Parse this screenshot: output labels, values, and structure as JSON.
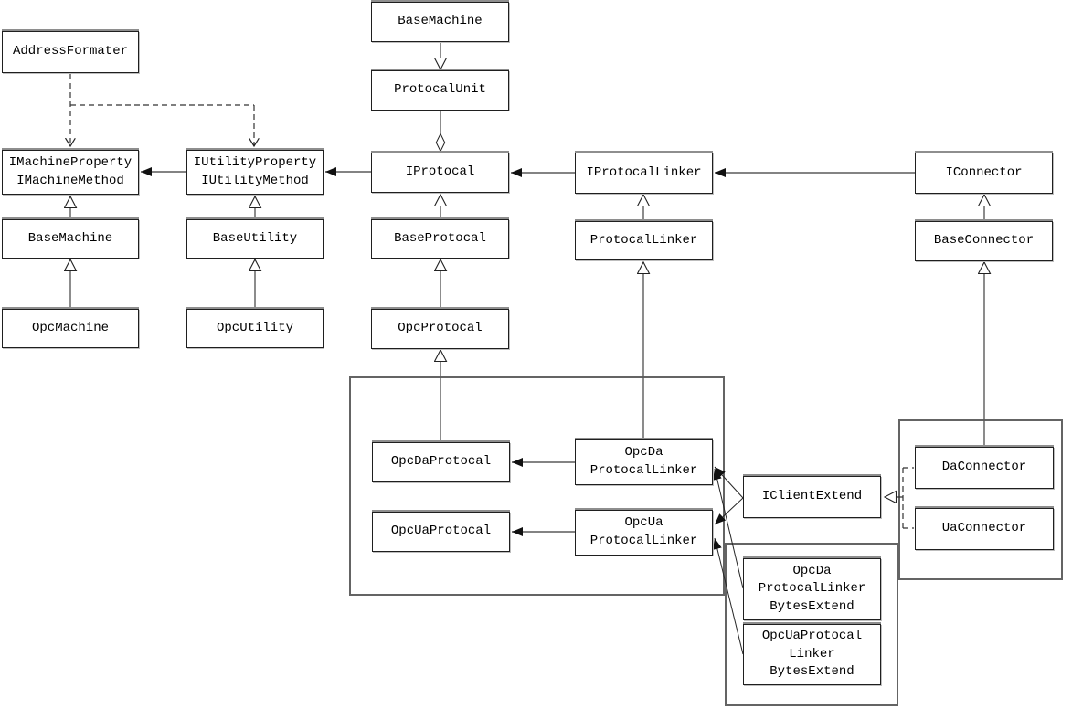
{
  "nodes": {
    "address_formater": {
      "lines": [
        "AddressFormater"
      ]
    },
    "imachine": {
      "lines": [
        "IMachineProperty",
        "IMachineMethod"
      ]
    },
    "base_machine_left": {
      "lines": [
        "BaseMachine"
      ]
    },
    "opc_machine": {
      "lines": [
        "OpcMachine"
      ]
    },
    "iutility": {
      "lines": [
        "IUtilityProperty",
        "IUtilityMethod"
      ]
    },
    "base_utility": {
      "lines": [
        "BaseUtility"
      ]
    },
    "opc_utility": {
      "lines": [
        "OpcUtility"
      ]
    },
    "base_machine_top": {
      "lines": [
        "BaseMachine"
      ]
    },
    "protocal_unit": {
      "lines": [
        "ProtocalUnit"
      ]
    },
    "iprotocal": {
      "lines": [
        "IProtocal"
      ]
    },
    "base_protocal": {
      "lines": [
        "BaseProtocal"
      ]
    },
    "opc_protocal": {
      "lines": [
        "OpcProtocal"
      ]
    },
    "iprotocal_linker": {
      "lines": [
        "IProtocalLinker"
      ]
    },
    "protocal_linker": {
      "lines": [
        "ProtocalLinker"
      ]
    },
    "iconnector": {
      "lines": [
        "IConnector"
      ]
    },
    "base_connector": {
      "lines": [
        "BaseConnector"
      ]
    },
    "opc_da_protocal": {
      "lines": [
        "OpcDaProtocal"
      ]
    },
    "opc_ua_protocal": {
      "lines": [
        "OpcUaProtocal"
      ]
    },
    "opc_da_protocal_linker": {
      "lines": [
        "OpcDa",
        "ProtocalLinker"
      ]
    },
    "opc_ua_protocal_linker": {
      "lines": [
        "OpcUa",
        "ProtocalLinker"
      ]
    },
    "iclient_extend": {
      "lines": [
        "IClientExtend"
      ]
    },
    "da_connector": {
      "lines": [
        "DaConnector"
      ]
    },
    "ua_connector": {
      "lines": [
        "UaConnector"
      ]
    },
    "opcda_pl_bytes": {
      "lines": [
        "OpcDa",
        "ProtocalLinker",
        "BytesExtend"
      ]
    },
    "opcua_pl_bytes": {
      "lines": [
        "OpcUaProtocal",
        "Linker",
        "BytesExtend"
      ]
    }
  },
  "edges": [
    {
      "from": "AddressFormater",
      "to": "IMachineProperty/IMachineMethod",
      "type": "dependency"
    },
    {
      "from": "AddressFormater",
      "to": "IUtilityProperty/IUtilityMethod",
      "type": "dependency"
    },
    {
      "from": "IUtilityProperty/IUtilityMethod",
      "to": "IMachineProperty/IMachineMethod",
      "type": "association"
    },
    {
      "from": "IProtocal",
      "to": "IUtilityProperty/IUtilityMethod",
      "type": "association"
    },
    {
      "from": "IProtocalLinker",
      "to": "IProtocal",
      "type": "association"
    },
    {
      "from": "IConnector",
      "to": "IProtocalLinker",
      "type": "association"
    },
    {
      "from": "BaseMachine",
      "to": "IMachineProperty/IMachineMethod",
      "type": "inheritance"
    },
    {
      "from": "OpcMachine",
      "to": "BaseMachine",
      "type": "inheritance"
    },
    {
      "from": "BaseUtility",
      "to": "IUtilityProperty/IUtilityMethod",
      "type": "inheritance"
    },
    {
      "from": "OpcUtility",
      "to": "BaseUtility",
      "type": "inheritance"
    },
    {
      "from": "BaseMachine",
      "to": "ProtocalUnit",
      "type": "inheritance-downward"
    },
    {
      "from": "ProtocalUnit",
      "to": "IProtocal",
      "type": "aggregation"
    },
    {
      "from": "BaseProtocal",
      "to": "IProtocal",
      "type": "inheritance"
    },
    {
      "from": "OpcProtocal",
      "to": "BaseProtocal",
      "type": "inheritance"
    },
    {
      "from": "OpcDaProtocal",
      "to": "OpcProtocal",
      "type": "inheritance"
    },
    {
      "from": "ProtocalLinker",
      "to": "IProtocalLinker",
      "type": "inheritance"
    },
    {
      "from": "OpcDa ProtocalLinker",
      "to": "ProtocalLinker",
      "type": "inheritance"
    },
    {
      "from": "BaseConnector",
      "to": "IConnector",
      "type": "inheritance"
    },
    {
      "from": "DaConnector",
      "to": "BaseConnector",
      "type": "inheritance"
    },
    {
      "from": "OpcDa ProtocalLinker",
      "to": "OpcDaProtocal",
      "type": "association"
    },
    {
      "from": "OpcUa ProtocalLinker",
      "to": "OpcUaProtocal",
      "type": "association"
    },
    {
      "from": "IClientExtend",
      "to": "OpcDa ProtocalLinker",
      "type": "association"
    },
    {
      "from": "IClientExtend",
      "to": "OpcUa ProtocalLinker",
      "type": "association"
    },
    {
      "from": "OpcDa ProtocalLinker BytesExtend",
      "to": "OpcDa ProtocalLinker",
      "type": "association"
    },
    {
      "from": "OpcUaProtocal Linker BytesExtend",
      "to": "OpcUa ProtocalLinker",
      "type": "association"
    },
    {
      "from": "DaConnector",
      "to": "IClientExtend",
      "type": "realization"
    },
    {
      "from": "UaConnector",
      "to": "IClientExtend",
      "type": "realization"
    }
  ],
  "colors": {
    "background": "#ffffff",
    "box_border": "#1f1f1f",
    "box_shadow": "#8e8e8e",
    "line": "#5a5a5a",
    "text": "#000000"
  }
}
